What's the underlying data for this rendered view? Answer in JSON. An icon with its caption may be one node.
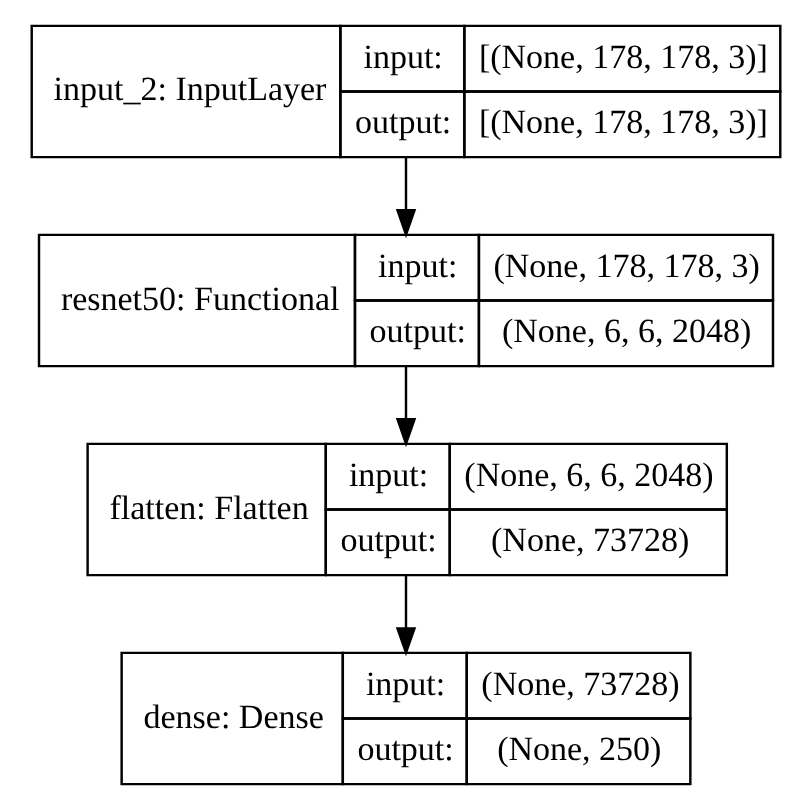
{
  "diagram": {
    "nodes": [
      {
        "text": [
          "input_2: InputLayer",
          "input:",
          "[(None, 178, 178, 3)]",
          "output:",
          "[(None, 178, 178, 3)]"
        ]
      },
      {
        "text": [
          "resnet50: Functional",
          "input:",
          "(None, 178, 178, 3)",
          "output:",
          "(None, 6, 6, 2048)"
        ]
      },
      {
        "text": [
          "flatten: Flatten",
          "input:",
          "(None, 6, 6, 2048)",
          "output:",
          "(None, 73728)"
        ]
      },
      {
        "text": [
          "dense: Dense",
          "input:",
          "(None, 73728)",
          "output:",
          "(None, 250)"
        ]
      }
    ],
    "edges": [
      {
        "from": 0,
        "to": 1,
        "arrow": "to"
      },
      {
        "from": 1,
        "to": 2,
        "arrow": "to"
      },
      {
        "from": 2,
        "to": 3,
        "arrow": "to"
      }
    ]
  }
}
